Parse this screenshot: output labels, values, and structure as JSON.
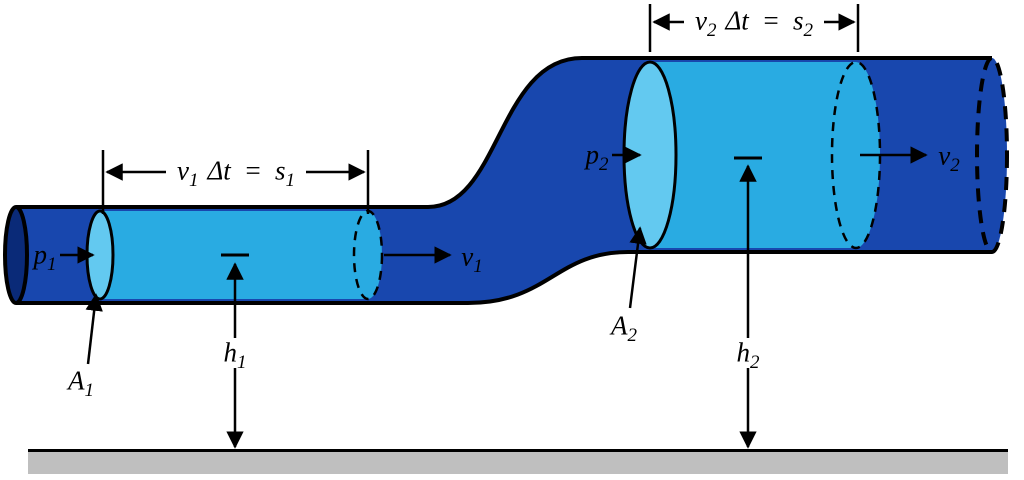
{
  "colors": {
    "pipe": "#1847AE",
    "pipe-cap": "#0A2A78",
    "fluid": "#29ABE2",
    "fluid-light": "#63C9F0",
    "ground": "#BFBFBF",
    "line": "#000000"
  },
  "labels": {
    "s1": {
      "v": "v",
      "v_sub": "1",
      "dt": "Δt",
      "eq": "=",
      "s": "s",
      "s_sub": "1"
    },
    "s2": {
      "v": "v",
      "v_sub": "2",
      "dt": "Δt",
      "eq": "=",
      "s": "s",
      "s_sub": "2"
    },
    "p1": {
      "base": "p",
      "sub": "1"
    },
    "v1": {
      "base": "v",
      "sub": "1"
    },
    "a1": {
      "base": "A",
      "sub": "1"
    },
    "h1": {
      "base": "h",
      "sub": "1"
    },
    "p2": {
      "base": "p",
      "sub": "2"
    },
    "v2": {
      "base": "v",
      "sub": "2"
    },
    "a2": {
      "base": "A",
      "sub": "2"
    },
    "h2": {
      "base": "h",
      "sub": "2"
    }
  }
}
